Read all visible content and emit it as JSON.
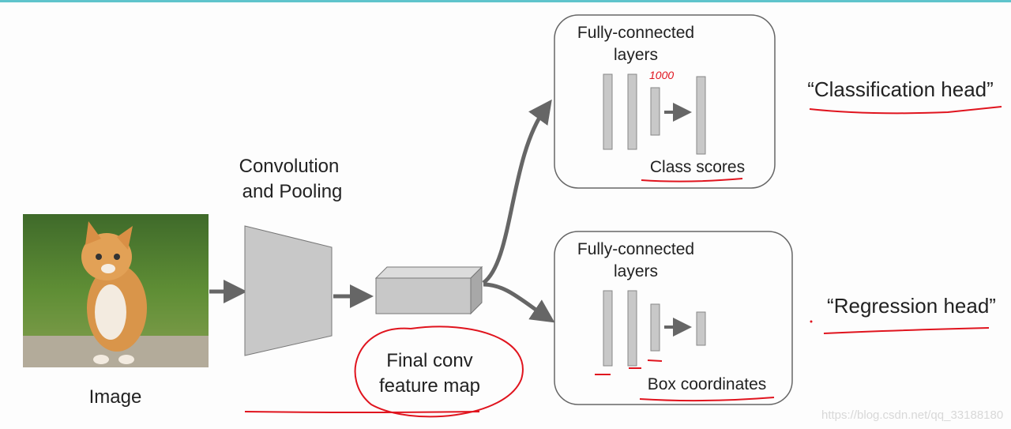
{
  "diagram": {
    "image_label": "Image",
    "conv_label_line1": "Convolution",
    "conv_label_line2": "and Pooling",
    "feature_label_line1": "Final conv",
    "feature_label_line2": "feature map",
    "class_box": {
      "title_line1": "Fully-connected",
      "title_line2": "layers",
      "output": "Class scores",
      "annotation": "1000"
    },
    "reg_box": {
      "title_line1": "Fully-connected",
      "title_line2": "layers",
      "output": "Box coordinates"
    },
    "class_head": "“Classification head”",
    "reg_head": "“Regression head”",
    "watermark": "https://blog.csdn.net/qq_33188180"
  },
  "colors": {
    "accent_bar": "#5fc4cc",
    "annotation_red": "#e0141e",
    "block_gray": "#c8c8c8",
    "arrow_gray": "#666666"
  }
}
